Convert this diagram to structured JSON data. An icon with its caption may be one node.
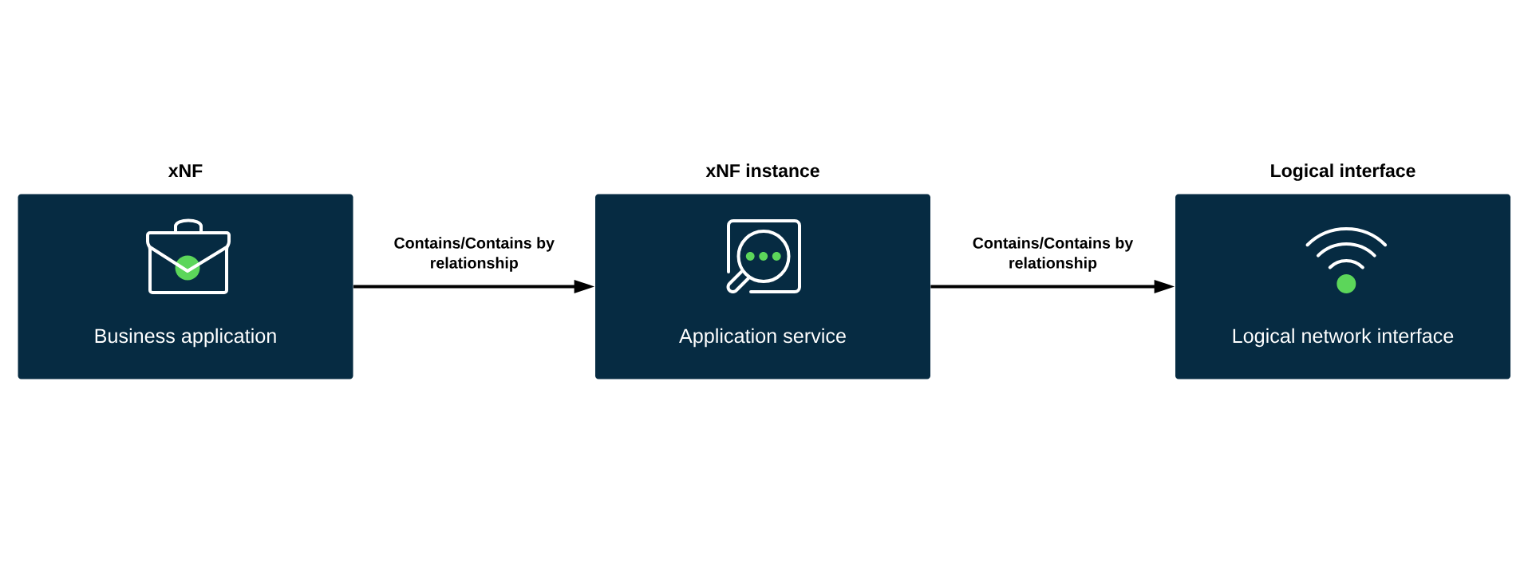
{
  "diagram": {
    "nodes": [
      {
        "text": [
          "xNF",
          "Business application"
        ]
      },
      {
        "text": [
          "xNF instance",
          "Application service"
        ]
      },
      {
        "text": [
          "Logical interface",
          "Logical network interface"
        ]
      }
    ],
    "edges": [
      {
        "from": 0,
        "to": 1,
        "arrow": "to",
        "label": "Contains/Contains by relationship"
      },
      {
        "from": 1,
        "to": 2,
        "arrow": "to",
        "label": "Contains/Contains by relationship"
      }
    ]
  }
}
